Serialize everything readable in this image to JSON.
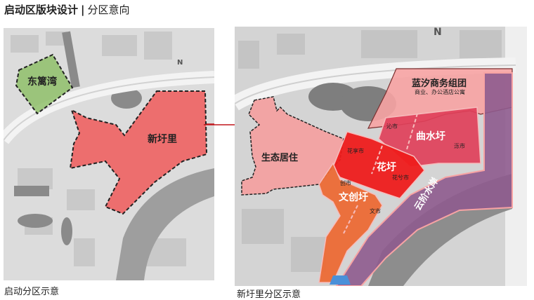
{
  "header": {
    "title_bold": "启动区版块设计",
    "separator": "|",
    "title_light": "分区意向"
  },
  "left_map": {
    "caption": "启动分区示意",
    "north_label": "N",
    "zones": [
      {
        "id": "donglianwan",
        "label": "东篱湾",
        "color": "#8fbf6a"
      },
      {
        "id": "xinxuli",
        "label": "新圩里",
        "color": "#f26b6b"
      }
    ]
  },
  "right_map": {
    "caption": "新圩里分区示意",
    "north_label": "N",
    "zones": [
      {
        "id": "lanxi",
        "label": "蓝汐商务组团",
        "sublabel": "商业、办公酒店公寓",
        "color": "#f7a3a3"
      },
      {
        "id": "qushui",
        "label": "曲水圩",
        "sublabels": [
          "沁市",
          "泺市"
        ],
        "color": "#e0405a"
      },
      {
        "id": "shengtai",
        "label": "生态居住",
        "color": "#f4a0a0"
      },
      {
        "id": "huaxu",
        "label": "花圩",
        "sublabels": [
          "花享市",
          "花兮市"
        ],
        "color": "#ee1c1c"
      },
      {
        "id": "wenchuang",
        "label": "文创圩",
        "sublabels": [
          "创市",
          "文市"
        ],
        "color": "#ec6a35"
      },
      {
        "id": "yunjie",
        "label": "云阶水岸",
        "color": "#8e5b8e"
      }
    ]
  },
  "arrow": {
    "color": "#c0161c"
  }
}
